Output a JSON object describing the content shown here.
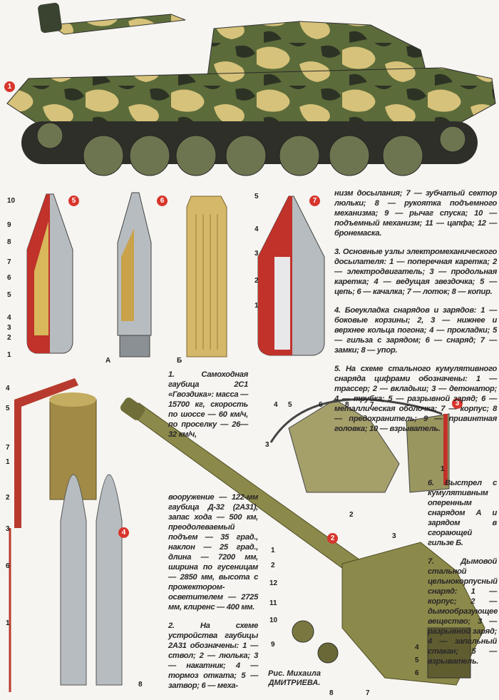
{
  "colors": {
    "badge": "#d8352c",
    "camo_green": "#5c6b3a",
    "camo_sand": "#d6c27a",
    "camo_dark": "#2d3324",
    "olive": "#8c8a4a",
    "shell_grey": "#b7bcc0",
    "cutaway_red": "#c0322a"
  },
  "badges": [
    "1",
    "2",
    "3",
    "4",
    "5",
    "6",
    "7"
  ],
  "fig5_labels": [
    "10",
    "9",
    "8",
    "7",
    "6",
    "5",
    "4",
    "3",
    "2",
    "1"
  ],
  "fig6_labels": [
    "А",
    "Б"
  ],
  "fig7_labels": [
    "5",
    "4",
    "3",
    "2",
    "1"
  ],
  "fig4_labels": [
    "4",
    "5",
    "7",
    "1",
    "2",
    "3",
    "6",
    "1",
    "8"
  ],
  "fig3_labels": [
    "4",
    "5",
    "6",
    "8",
    "7",
    "3",
    "1",
    "2"
  ],
  "fig2_labels": [
    "1",
    "2",
    "12",
    "11",
    "10",
    "9",
    "8",
    "7",
    "3",
    "4",
    "5",
    "6"
  ],
  "text": {
    "cap1": "1. Самоходная гаубица 2С1 «Гвоздика»: масса — 15700 кг, скорость по шоссе — 60 км/ч, по проселку — 26—32 км/ч,",
    "cap1_cont": "вооружение — 122-мм гаубица Д-32 (2А31), запас хода — 500 км, преодолеваемый подъем — 35 град., наклон — 25 град., длина — 7200 мм, ширина по гусеницам — 2850 мм, высота с прожектором-осветителем — 2725 мм, клиренс — 400 мм.",
    "cap2": "2. На схеме устройства гаубицы 2А31 обозначены: 1 — ствол; 2 — люлька; 3 — накатник; 4 — тормоз отката; 5 — затвор; 6 — меха-",
    "cap2_cont": "низм досылания; 7 — зубчатый сектор люльки; 8 — рукоятка подъемного механизма; 9 — рычаг спуска; 10 — подъемный механизм; 11 — цапфа; 12 — бронемаска.",
    "cap3": "3. Основные узлы электромеханического досылателя: 1 — поперечная каретка; 2 — электродвигатель; 3 — продольная каретка; 4 — ведущая звездочка; 5 — цепь; 6 — качалка; 7 — лоток; 8 — копир.",
    "cap4": "4. Боеукладка снарядов и зарядов: 1 — боковые корзины; 2, 3 — нижнее и верхнее кольца погона; 4 — прокладки; 5 — гильза с зарядом; 6 — снаряд; 7 — замки; 8 — упор.",
    "cap5": "5. На схеме стального кумулятивного снаряда цифрами обозначены: 1 — трассер; 2 — вкладыш; 3 — детонатор; 4 — трубка; 5 — разрывной заряд; 6 — металлическая оболочка; 7 — корпус; 8 — предохранитель; 9 — привинтная головка; 10 — взрыватель.",
    "cap6": "6. Выстрел с кумулятивным оперенным снарядом А и зарядом в сгорающей гильзе Б.",
    "cap7": "7. Дымовой стальной цельнокорпусный снаряд: 1 — корпус; 2 — дымообразующее вещество; 3 — разрывной заряд; 4 — запальный стакан; 5 — взрыватель.",
    "credit_line1": "Рис. Михаила",
    "credit_line2": "ДМИТРИЕВА."
  }
}
